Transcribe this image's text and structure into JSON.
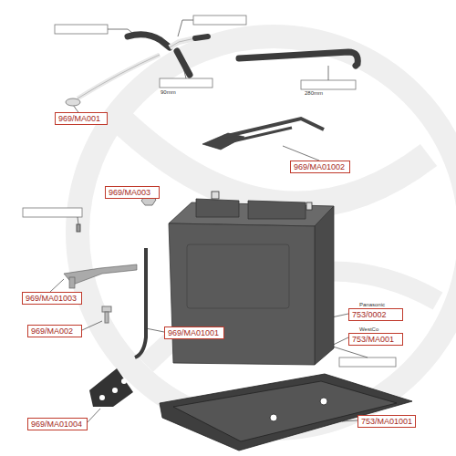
{
  "diagram": {
    "nodes": [
      {
        "text": [
          "969/MA001"
        ]
      },
      {
        "text": [
          "969/MA01002"
        ]
      },
      {
        "text": [
          "969/MA003"
        ]
      },
      {
        "text": [
          "969/MA01003"
        ]
      },
      {
        "text": [
          "Panasonic",
          "753/0002"
        ]
      },
      {
        "text": [
          "969/MA002"
        ]
      },
      {
        "text": [
          "969/MA01001"
        ]
      },
      {
        "text": [
          "WestCo",
          "753/MA001"
        ]
      },
      {
        "text": [
          "969/MA01004"
        ]
      },
      {
        "text": [
          "753/MA01001"
        ]
      }
    ],
    "labels": [
      "90mm",
      "280mm"
    ]
  }
}
